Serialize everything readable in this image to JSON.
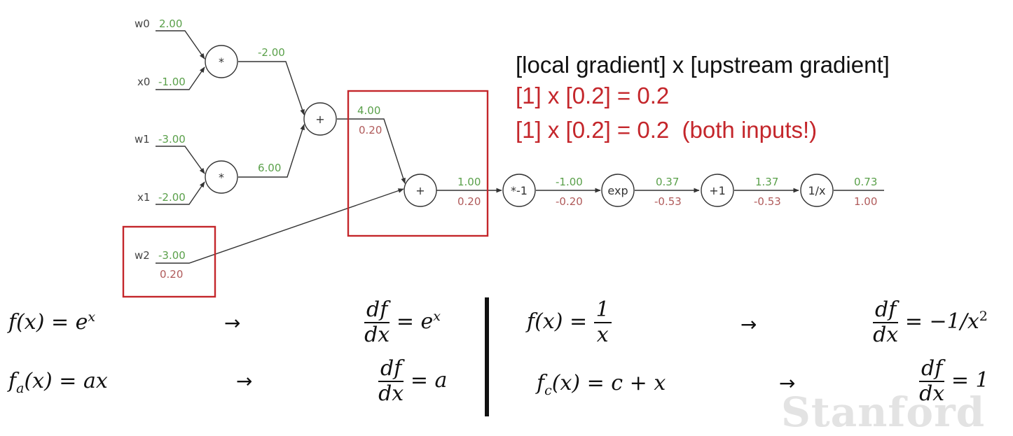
{
  "graph": {
    "inputs": [
      {
        "name": "w0",
        "value": "2.00"
      },
      {
        "name": "x0",
        "value": "-1.00"
      },
      {
        "name": "w1",
        "value": "-3.00"
      },
      {
        "name": "x1",
        "value": "-2.00"
      },
      {
        "name": "w2",
        "value": "-3.00",
        "grad": "0.20"
      }
    ],
    "edges": {
      "mul0_out": {
        "value": "-2.00"
      },
      "mul1_out": {
        "value": "6.00"
      },
      "add0_out": {
        "value": "4.00",
        "grad": "0.20"
      },
      "add1_out": {
        "value": "1.00",
        "grad": "0.20"
      },
      "neg_out": {
        "value": "-1.00",
        "grad": "-0.20"
      },
      "exp_out": {
        "value": "0.37",
        "grad": "-0.53"
      },
      "plus1_out": {
        "value": "1.37",
        "grad": "-0.53"
      },
      "recip_out": {
        "value": "0.73",
        "grad": "1.00"
      }
    },
    "ops": {
      "mul0": "*",
      "mul1": "*",
      "add0": "+",
      "add1": "+",
      "neg": "*-1",
      "exp": "exp",
      "plus1": "+1",
      "recip": "1/x"
    }
  },
  "notes": {
    "line1": "[local gradient] x [upstream gradient]",
    "line2": "[1] x [0.2] = 0.2",
    "line3": "[1] x [0.2] = 0.2  (both inputs!)"
  },
  "formulas": {
    "arrow": "→",
    "exp_fn_lhs": "f(x) = e",
    "exp_fn_sup": "x",
    "exp_d_num": "df",
    "exp_d_den": "dx",
    "exp_d_rhs": "= e",
    "exp_d_sup": "x",
    "lin_fn_f": "f",
    "lin_fn_sub": "a",
    "lin_fn_rest": "(x) = ax",
    "lin_d_rhs": "= a",
    "inv_fn_lhs": "f(x) =",
    "inv_fn_num": "1",
    "inv_fn_den": "x",
    "inv_d_rhs": "= −1/x",
    "inv_d_sup": "2",
    "const_fn_f": "f",
    "const_fn_sub": "c",
    "const_fn_rest": "(x) = c + x",
    "const_d_rhs": "= 1"
  },
  "watermark": "Stanford",
  "colors": {
    "value": "#5aa04a",
    "gradient": "#b05a5a",
    "highlight": "#c4262b"
  }
}
